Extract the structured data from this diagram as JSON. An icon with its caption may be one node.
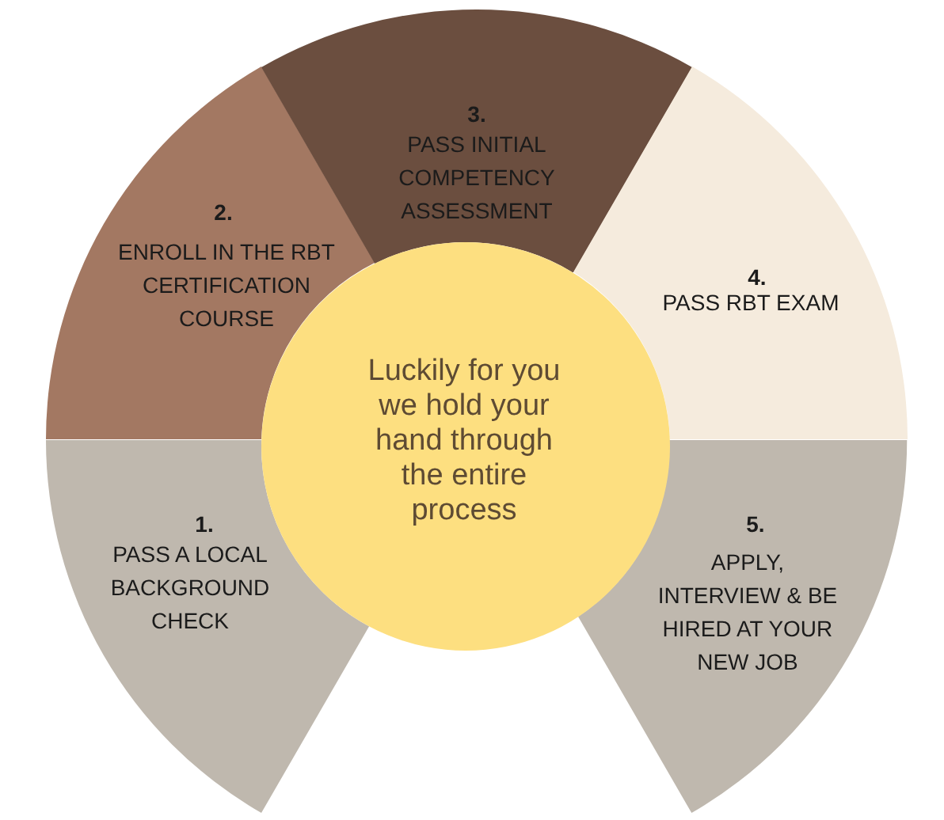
{
  "diagram": {
    "nodes": [
      {
        "text": [
          "1.",
          "PASS A LOCAL BACKGROUND CHECK"
        ]
      },
      {
        "text": [
          "2.",
          "ENROLL IN THE RBT CERTIFICATION COURSE"
        ]
      },
      {
        "text": [
          "3.",
          "PASS INITIAL COMPETENCY ASSESSMENT"
        ]
      },
      {
        "text": [
          "4.",
          "PASS RBT EXAM"
        ]
      },
      {
        "text": [
          "5.",
          "APPLY, INTERVIEW & BE HIRED AT YOUR NEW JOB"
        ]
      },
      {
        "text": [
          "Luckily for you we hold your hand through the entire process"
        ]
      }
    ]
  }
}
